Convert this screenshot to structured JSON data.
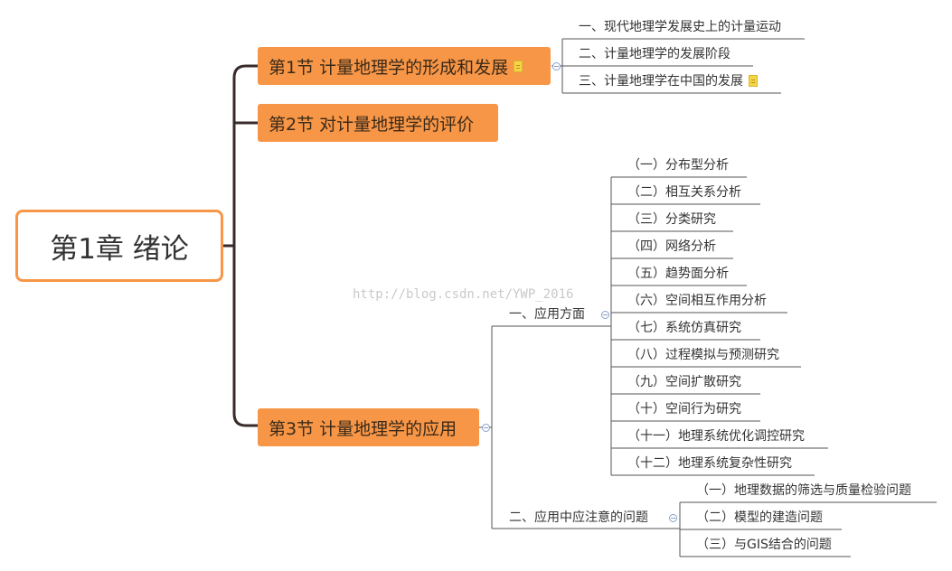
{
  "root": {
    "label": "第1章 绪论"
  },
  "sections": [
    {
      "label": "第1节 计量地理学的形成和发展",
      "children": [
        "一、现代地理学发展史上的计量运动",
        "二、计量地理学的发展阶段",
        "三、计量地理学在中国的发展"
      ]
    },
    {
      "label": "第2节 对计量地理学的评价"
    },
    {
      "label": "第3节 计量地理学的应用",
      "groups": [
        {
          "label": "一、应用方面",
          "items": [
            "（一）分布型分析",
            "（二）相互关系分析",
            "（三）分类研究",
            "（四）网络分析",
            "（五）趋势面分析",
            "（六）空间相互作用分析",
            "（七）系统仿真研究",
            "（八）过程模拟与预测研究",
            "（九）空间扩散研究",
            "（十）空间行为研究",
            "（十一）地理系统优化调控研究",
            "（十二）地理系统复杂性研究"
          ]
        },
        {
          "label": "二、应用中应注意的问题",
          "items": [
            "（一）地理数据的筛选与质量检验问题",
            "（二）模型的建造问题",
            "（三）与GIS结合的问题"
          ]
        }
      ]
    }
  ],
  "watermark": "http://blog.csdn.net/YWP_2016",
  "colors": {
    "accent": "#f79646",
    "line": "#3a2b2b",
    "leafline": "#333333"
  }
}
